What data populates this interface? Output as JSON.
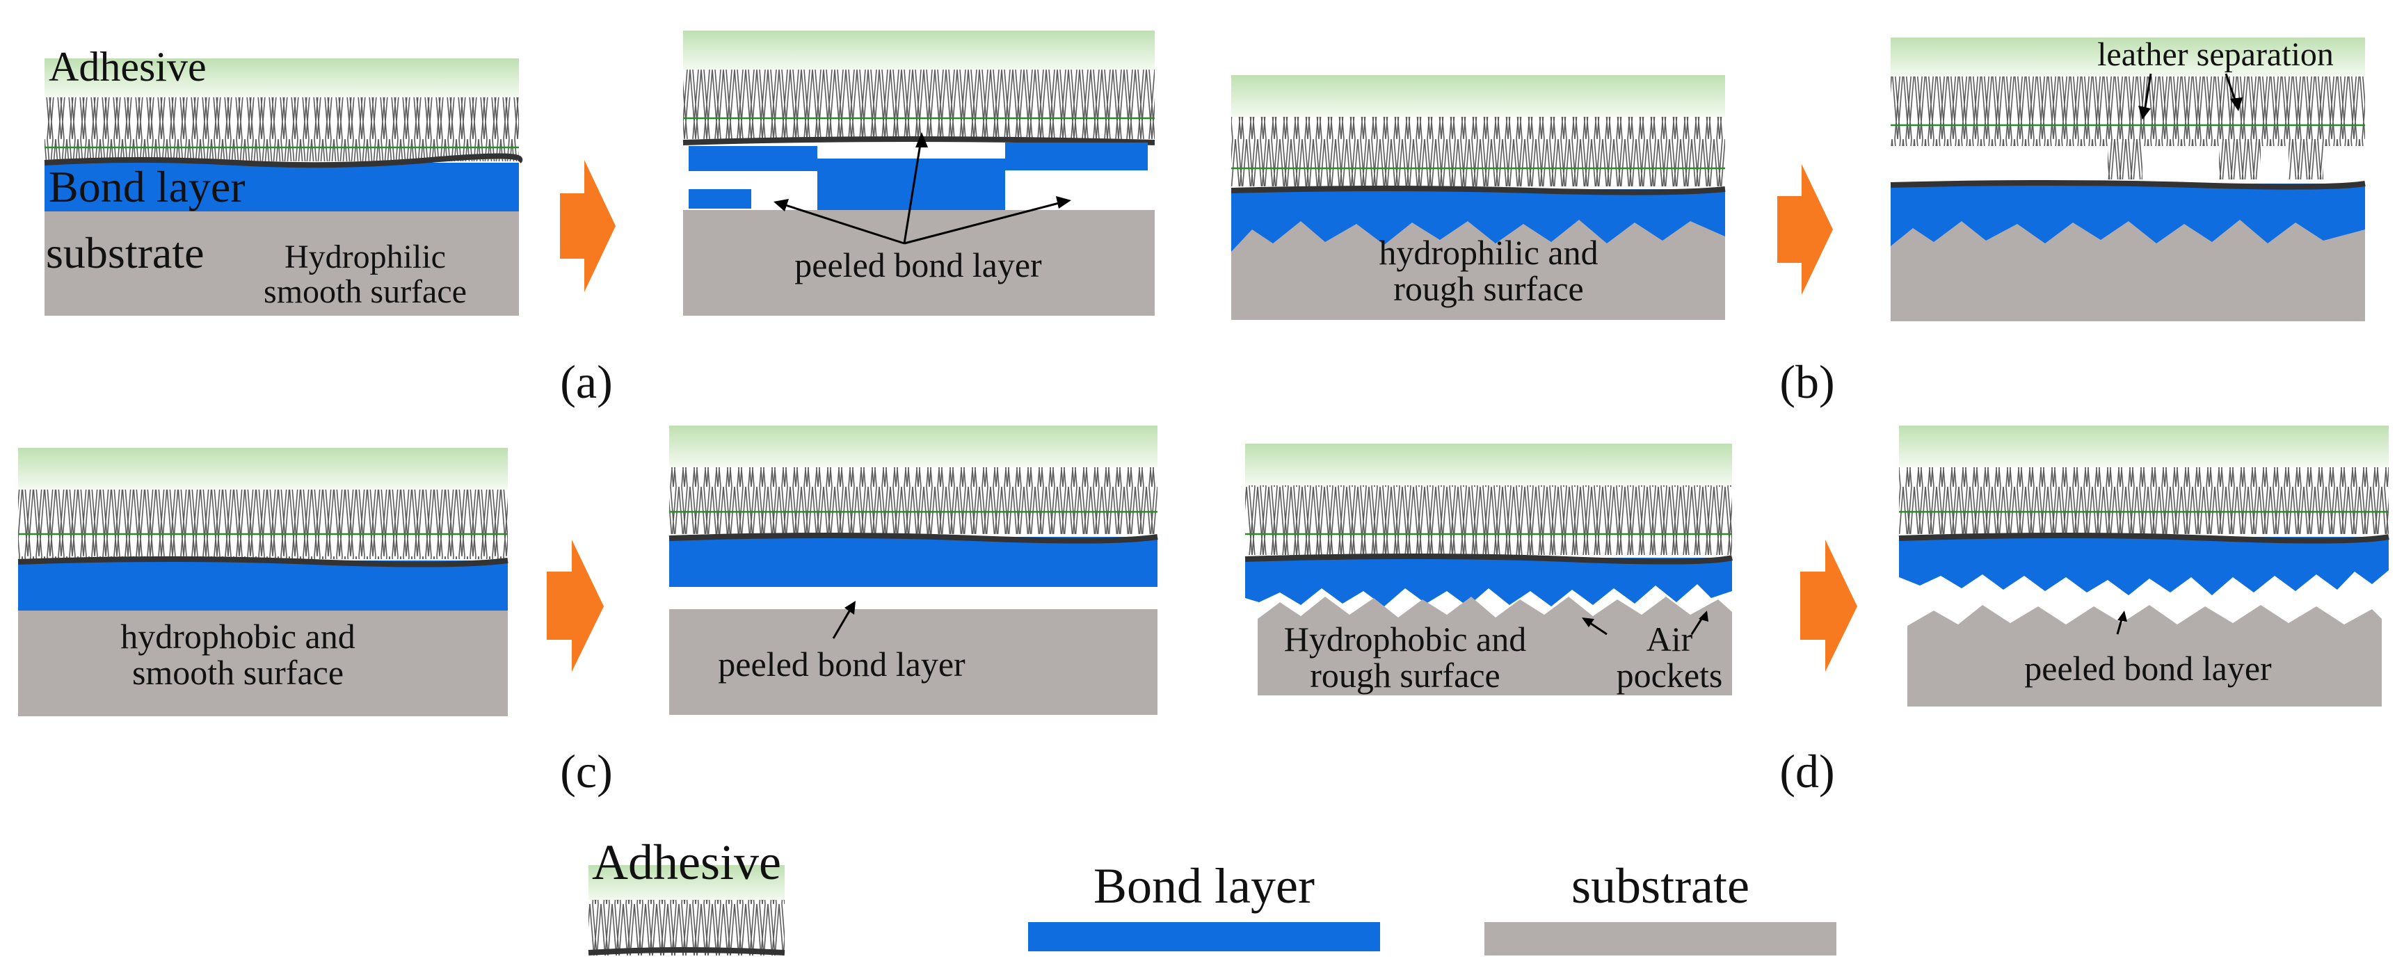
{
  "figure": {
    "labels": {
      "adhesive": "Adhesive",
      "bond_layer": "Bond layer",
      "substrate": "substrate",
      "hydrophilic_smooth_1": "Hydrophilic",
      "hydrophilic_smooth_2": "smooth surface",
      "peeled_bond_layer": "peeled bond layer",
      "hydrophilic_rough_1": "hydrophilic and",
      "hydrophilic_rough_2": "rough surface",
      "leather_separation": "leather separation",
      "hydrophobic_smooth_1": "hydrophobic and",
      "hydrophobic_smooth_2": "smooth surface",
      "hydrophobic_rough_1": "Hydrophobic and",
      "hydrophobic_rough_2": "rough surface",
      "air_pockets_1": "Air",
      "air_pockets_2": "pockets"
    },
    "panel_labels": {
      "a": "(a)",
      "b": "(b)",
      "c": "(c)",
      "d": "(d)"
    },
    "legend": {
      "adhesive": "Adhesive",
      "bond_layer": "Bond layer",
      "substrate": "substrate"
    },
    "colors": {
      "adhesive": "#d4ebcb",
      "bond_layer": "#0f6de0",
      "substrate": "#b3aeac",
      "arrow": "#f77a21",
      "fibers": "#555555",
      "interface": "#333333",
      "green_line": "#2a8a2a"
    }
  }
}
